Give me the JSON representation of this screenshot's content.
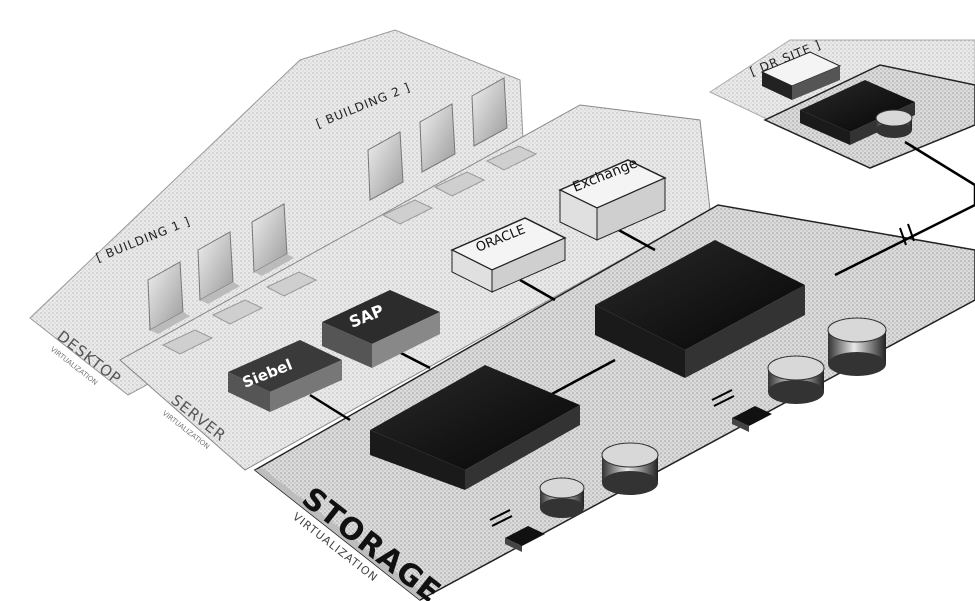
{
  "labels": {
    "building1": "[ BUILDING 1 ]",
    "building2": "[ BUILDING 2 ]",
    "drsite": "[ DR SITE ]",
    "desktop_title": "DESKTOP",
    "desktop_sub": "VIRTUALIZATION",
    "server_title": "SERVER",
    "server_sub": "VIRTUALIZATION",
    "storage_title": "STORAGE",
    "storage_sub": "VIRTUALIZATION"
  },
  "apps": {
    "oracle": "ORACLE",
    "exchange": "Exchange",
    "sap": "SAP",
    "siebel": "Siebel"
  },
  "colors": {
    "plane_light": "#eeeeee",
    "plane_mid": "#dddddd",
    "box_dark": "#111111",
    "stroke": "#000000"
  }
}
